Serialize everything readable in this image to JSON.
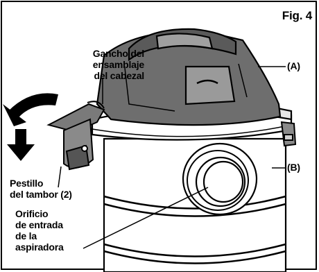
{
  "figure": {
    "title": "Fig. 4"
  },
  "labels": {
    "latch_hook": "Gancho del\nensamblaje\ndel cabezal",
    "powerhead": "(A)",
    "drum": "(B)",
    "drum_latch": "Pestillo\ndel tambor (2)",
    "inlet": "Orificio\nde entrada\nde la\naspiradora"
  },
  "colors": {
    "line": "#000000",
    "head_fill": "#6e6e6e",
    "head_light": "#9a9a9a",
    "drum_fill": "#ffffff"
  },
  "icons": [
    "curved-arrow-icon",
    "down-arrow-icon"
  ]
}
